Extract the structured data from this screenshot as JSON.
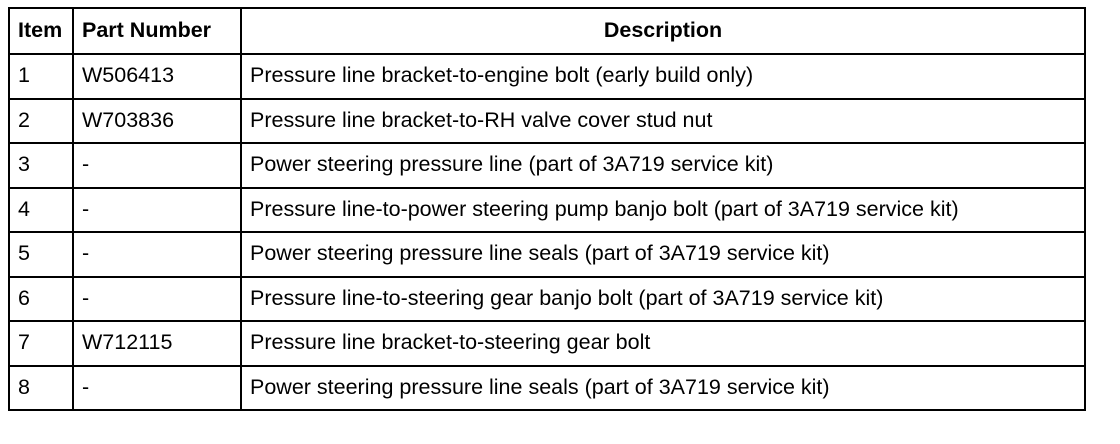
{
  "table": {
    "headers": {
      "item": "Item",
      "part_number": "Part Number",
      "description": "Description"
    },
    "rows": [
      {
        "item": "1",
        "part_number": "W506413",
        "description": "Pressure line bracket-to-engine bolt (early build only)"
      },
      {
        "item": "2",
        "part_number": "W703836",
        "description": "Pressure line bracket-to-RH valve cover stud nut"
      },
      {
        "item": "3",
        "part_number": "-",
        "description": "Power steering pressure line (part of 3A719 service kit)"
      },
      {
        "item": "4",
        "part_number": "-",
        "description": "Pressure line-to-power steering pump banjo bolt (part of 3A719 service kit)"
      },
      {
        "item": "5",
        "part_number": "-",
        "description": "Power steering pressure line seals (part of 3A719 service kit)"
      },
      {
        "item": "6",
        "part_number": "-",
        "description": "Pressure line-to-steering gear banjo bolt (part of 3A719 service kit)"
      },
      {
        "item": "7",
        "part_number": "W712115",
        "description": "Pressure line bracket-to-steering gear bolt"
      },
      {
        "item": "8",
        "part_number": "-",
        "description": "Power steering pressure line seals (part of 3A719 service kit)"
      }
    ]
  }
}
